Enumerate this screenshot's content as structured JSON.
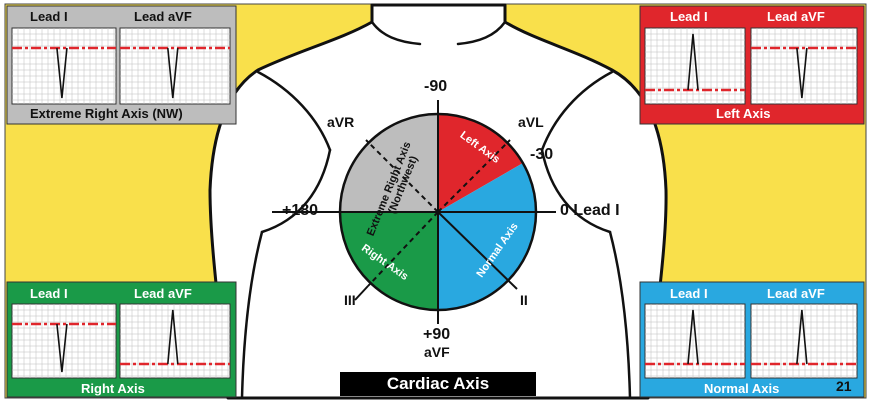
{
  "title": "Cardiac Axis",
  "page_number": "21",
  "axis_labels": {
    "minus90": "-90",
    "avr": "aVR",
    "avl": "aVL",
    "minus30": "-30",
    "plus180": "+180",
    "zero_lead_i": "0 Lead I",
    "iii": "III",
    "ii": "II",
    "plus90": "+90",
    "avf": "aVF"
  },
  "quadrants": {
    "extreme_right": {
      "line1": "Extreme Right Axis",
      "line2": "(Northwest)",
      "color": "#bdbdbd"
    },
    "left": {
      "label": "Left Axis",
      "color": "#e0262c"
    },
    "normal": {
      "label": "Normal Axis",
      "color": "#29a8e0"
    },
    "right": {
      "label": "Right Axis",
      "color": "#1a9a48"
    }
  },
  "panels": {
    "top_left": {
      "lead1": "Lead I",
      "lead2": "Lead aVF",
      "caption": "Extreme Right Axis (NW)",
      "color": "#bdbdbd"
    },
    "top_right": {
      "lead1": "Lead I",
      "lead2": "Lead aVF",
      "caption": "Left Axis",
      "color": "#e0262c"
    },
    "bottom_left": {
      "lead1": "Lead I",
      "lead2": "Lead aVF",
      "caption": "Right Axis",
      "color": "#1a9a48"
    },
    "bottom_right": {
      "lead1": "Lead I",
      "lead2": "Lead aVF",
      "caption": "Normal Axis",
      "color": "#29a8e0"
    }
  },
  "colors": {
    "background": "#f9e04b",
    "baseline": "#e0262c",
    "grid": "#bcbcbc"
  }
}
